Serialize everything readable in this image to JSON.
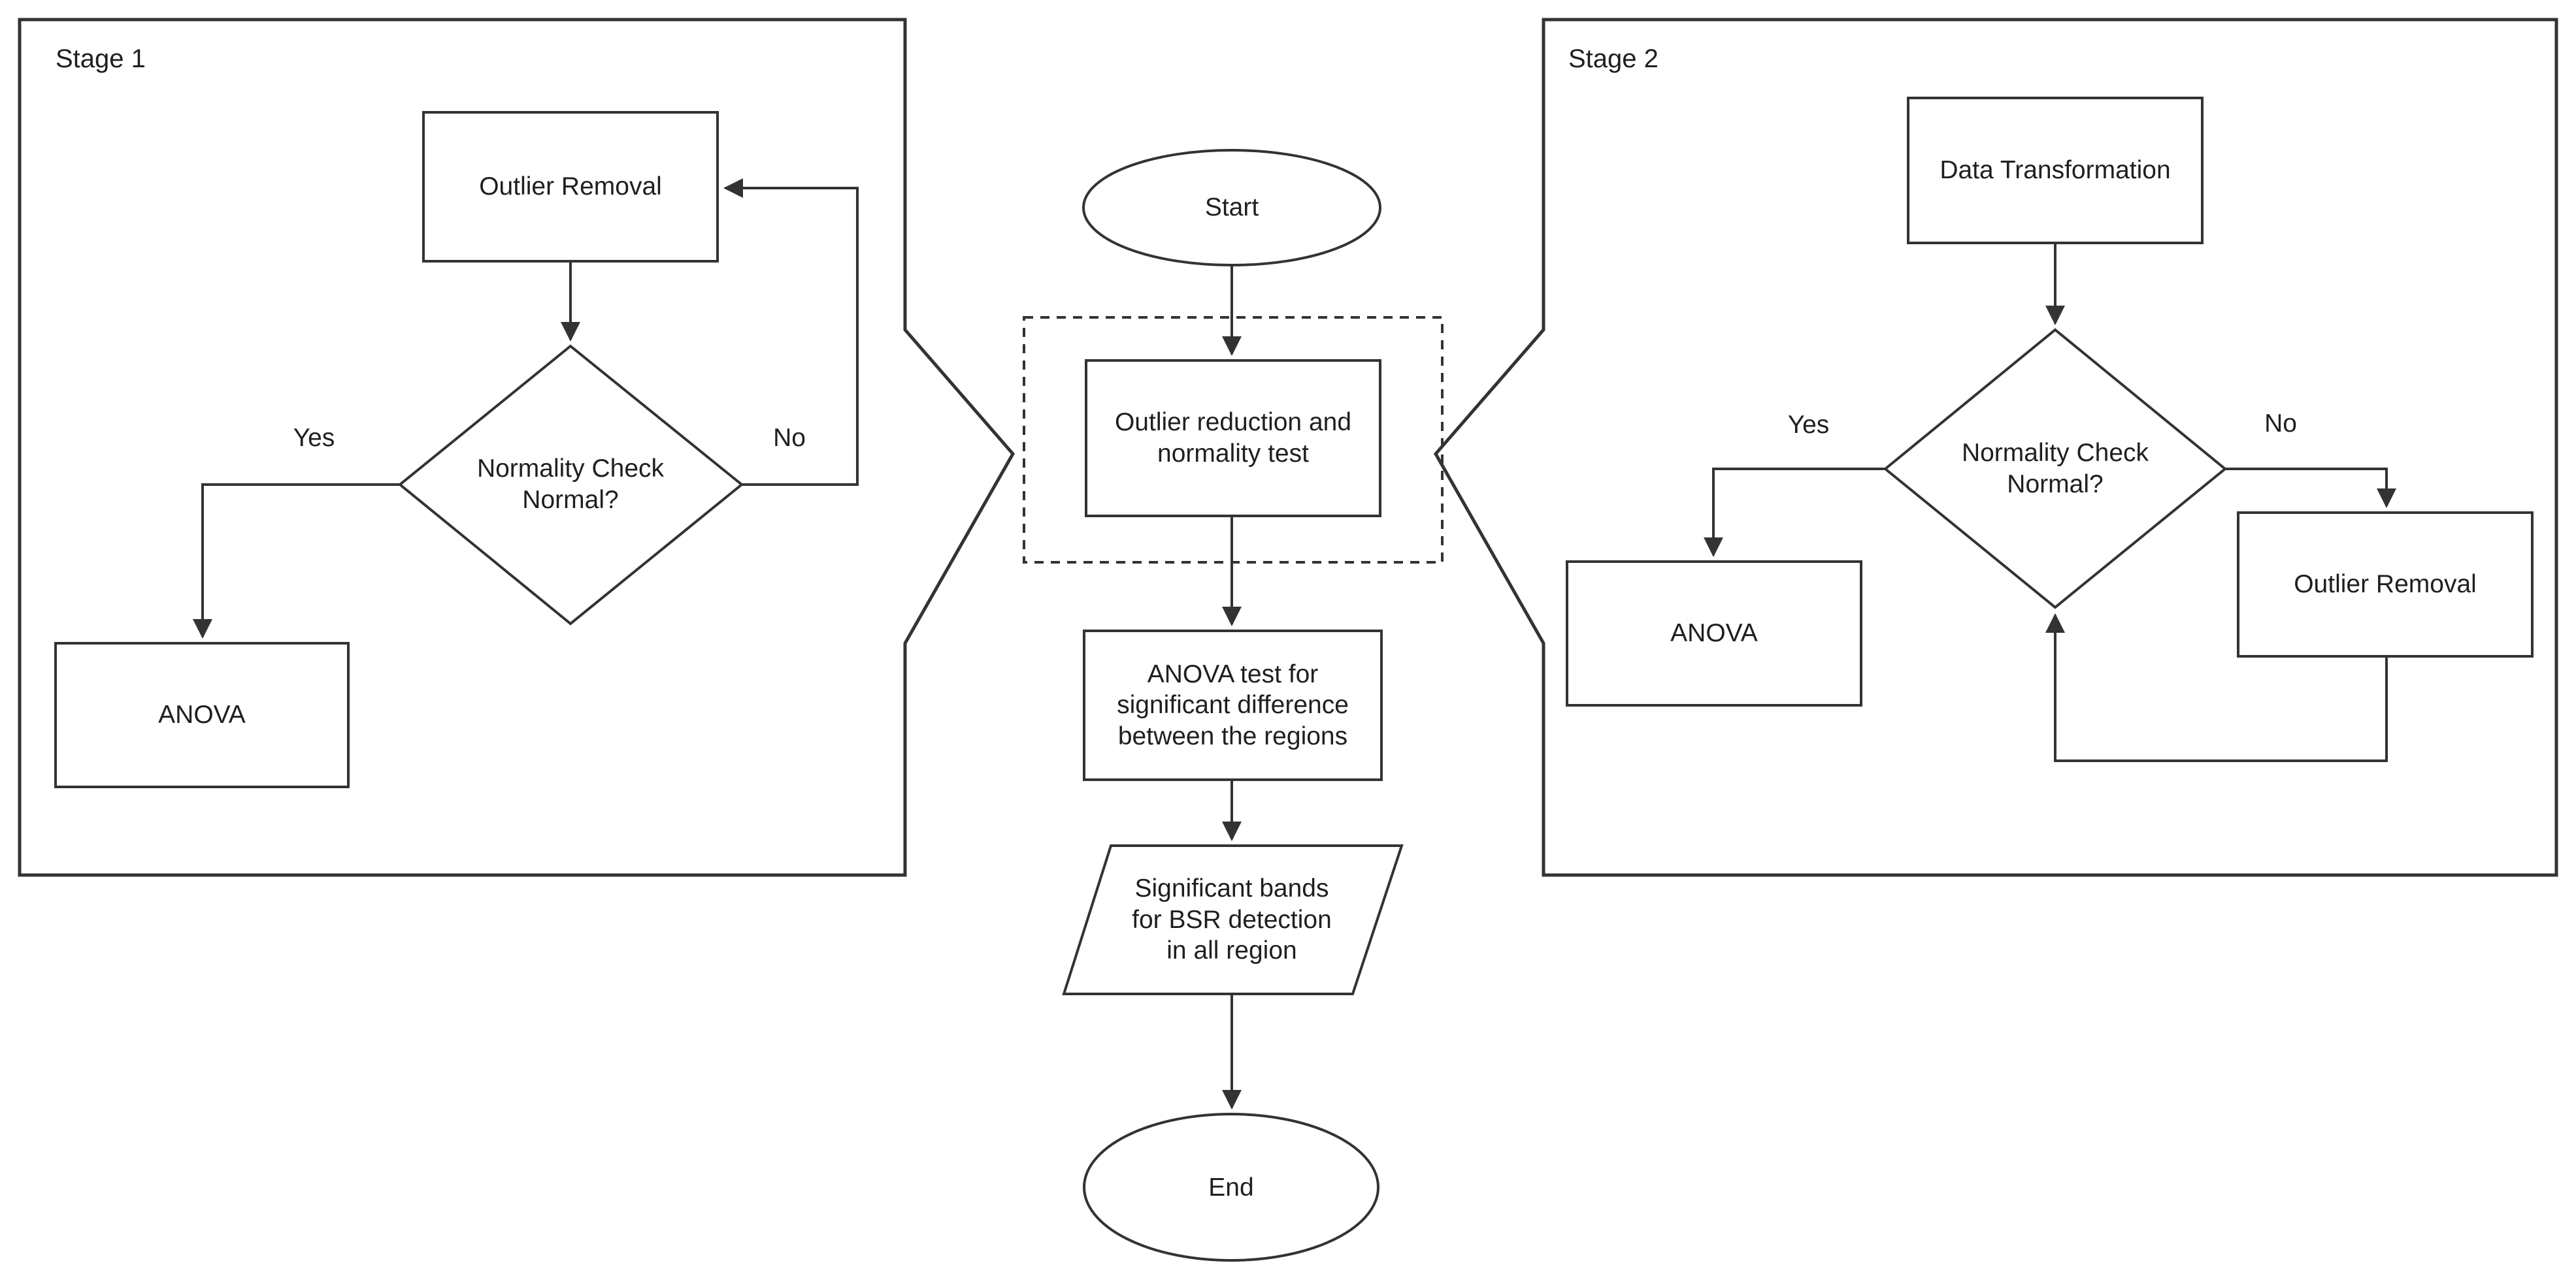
{
  "diagram": {
    "colors": {
      "stroke": "#333333",
      "text": "#1f1f1f",
      "background": "#ffffff"
    },
    "stage1": {
      "label": "Stage 1",
      "outlier_removal": "Outlier Removal",
      "decision": "Normality Check\nNormal?",
      "yes": "Yes",
      "no": "No",
      "anova": "ANOVA"
    },
    "center": {
      "start": "Start",
      "outlier_reduction": "Outlier reduction and\nnormality test",
      "anova_test": "ANOVA test for\nsignificant difference\nbetween the regions",
      "output": "Significant bands\nfor BSR detection\nin all region",
      "end": "End"
    },
    "stage2": {
      "label": "Stage 2",
      "data_transformation": "Data Transformation",
      "decision": "Normality Check\nNormal?",
      "yes": "Yes",
      "no": "No",
      "anova": "ANOVA",
      "outlier_removal": "Outlier Removal"
    }
  }
}
